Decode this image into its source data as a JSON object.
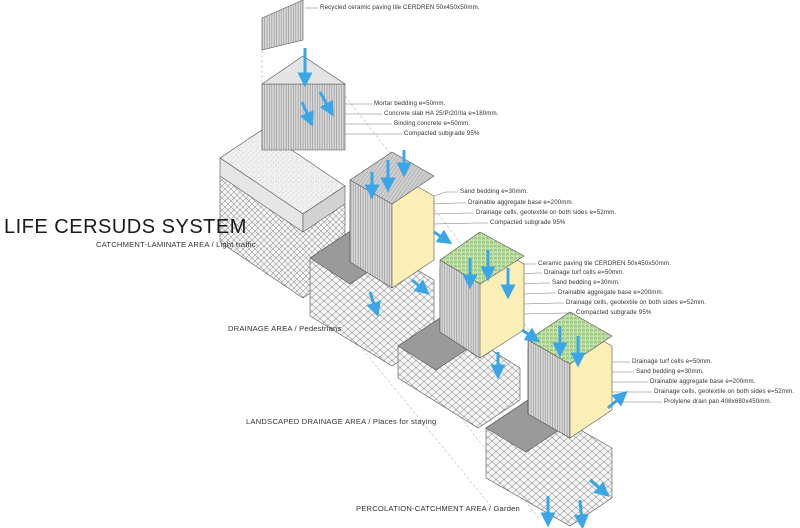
{
  "title": "LIFE CERSUDS SYSTEM",
  "areas": [
    "CATCHMENT-LAMINATE AREA / Light traffic",
    "DRAINAGE AREA / Pedestrians",
    "LANDSCAPED DRAINAGE AREA / Places for staying",
    "PERCOLATION-CATCHMENT AREA / Garden"
  ],
  "block1": {
    "top": "Recycled ceramic paving tile CERDREN 50x450x50mm.",
    "layers": [
      "Mortar bedding e=50mm.",
      "Concrete slab HA 25/P/20/IIa e=180mm.",
      "Binding concrete e=50mm.",
      "Compacted subgrade 95%"
    ]
  },
  "block2": {
    "layers": [
      "Sand bedding e=30mm.",
      "Drainable aggregate base e=200mm.",
      "Drainage cells, geotextile on both sides e=52mm.",
      "Compacted subgrade 95%"
    ]
  },
  "block3": {
    "layers": [
      "Ceramic paving tile CERDREN 50x450x50mm.",
      "Drainage turf cells e=50mm.",
      "Sand bedding e=30mm.",
      "Drainable aggregate base e=200mm.",
      "Drainage cells, geotextile on both sides e=52mm.",
      "Compacted subgrade 95%"
    ]
  },
  "block4": {
    "layers": [
      "Drainage turf cells e=50mm.",
      "Sand bedding e=30mm.",
      "Drainable aggregate base  e=200mm.",
      "Drainage cells, geotextile on both sides e=52mm.",
      "Prolylene drain pan  408x680x450mm."
    ]
  },
  "colors": {
    "arrow": "#3aa6e8",
    "sand": "#fdf0b8",
    "grass": "#a9d68c",
    "tile": "#cfcfcf",
    "concrete": "#f2f2f2"
  }
}
